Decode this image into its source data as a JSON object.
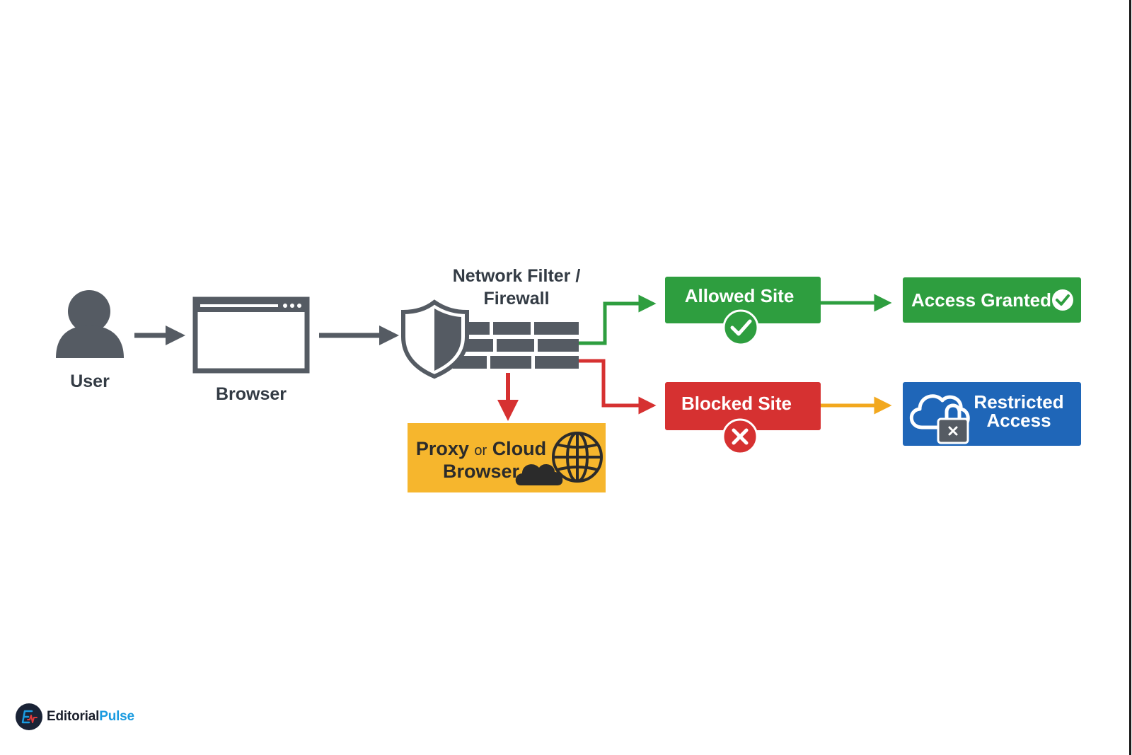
{
  "nodes": {
    "user": "User",
    "browser": "Browser",
    "firewall_line1": "Network Filter /",
    "firewall_line2": "Firewall",
    "proxy_word1": "Proxy",
    "proxy_word2": "or",
    "proxy_word3": "Cloud",
    "proxy_line2": "Browser",
    "allowed": "Allowed Site",
    "blocked": "Blocked Site",
    "granted": "Access Granted",
    "restricted_line1": "Restricted",
    "restricted_line2": "Access"
  },
  "brand": {
    "part1": "Editorial",
    "part2": "Pulse"
  },
  "colors": {
    "gray": "#555b63",
    "green": "#2e9e3f",
    "red": "#d63131",
    "yellow": "#f6b62d",
    "blue": "#1f66b8",
    "brand_blue": "#1a9be0",
    "brand_dark": "#1a2336"
  },
  "icons": [
    "user-icon",
    "browser-window-icon",
    "shield-icon",
    "brick-wall-icon",
    "globe-icon",
    "cloud-icon",
    "check-circle-icon",
    "x-circle-icon",
    "cloud-lock-icon"
  ]
}
